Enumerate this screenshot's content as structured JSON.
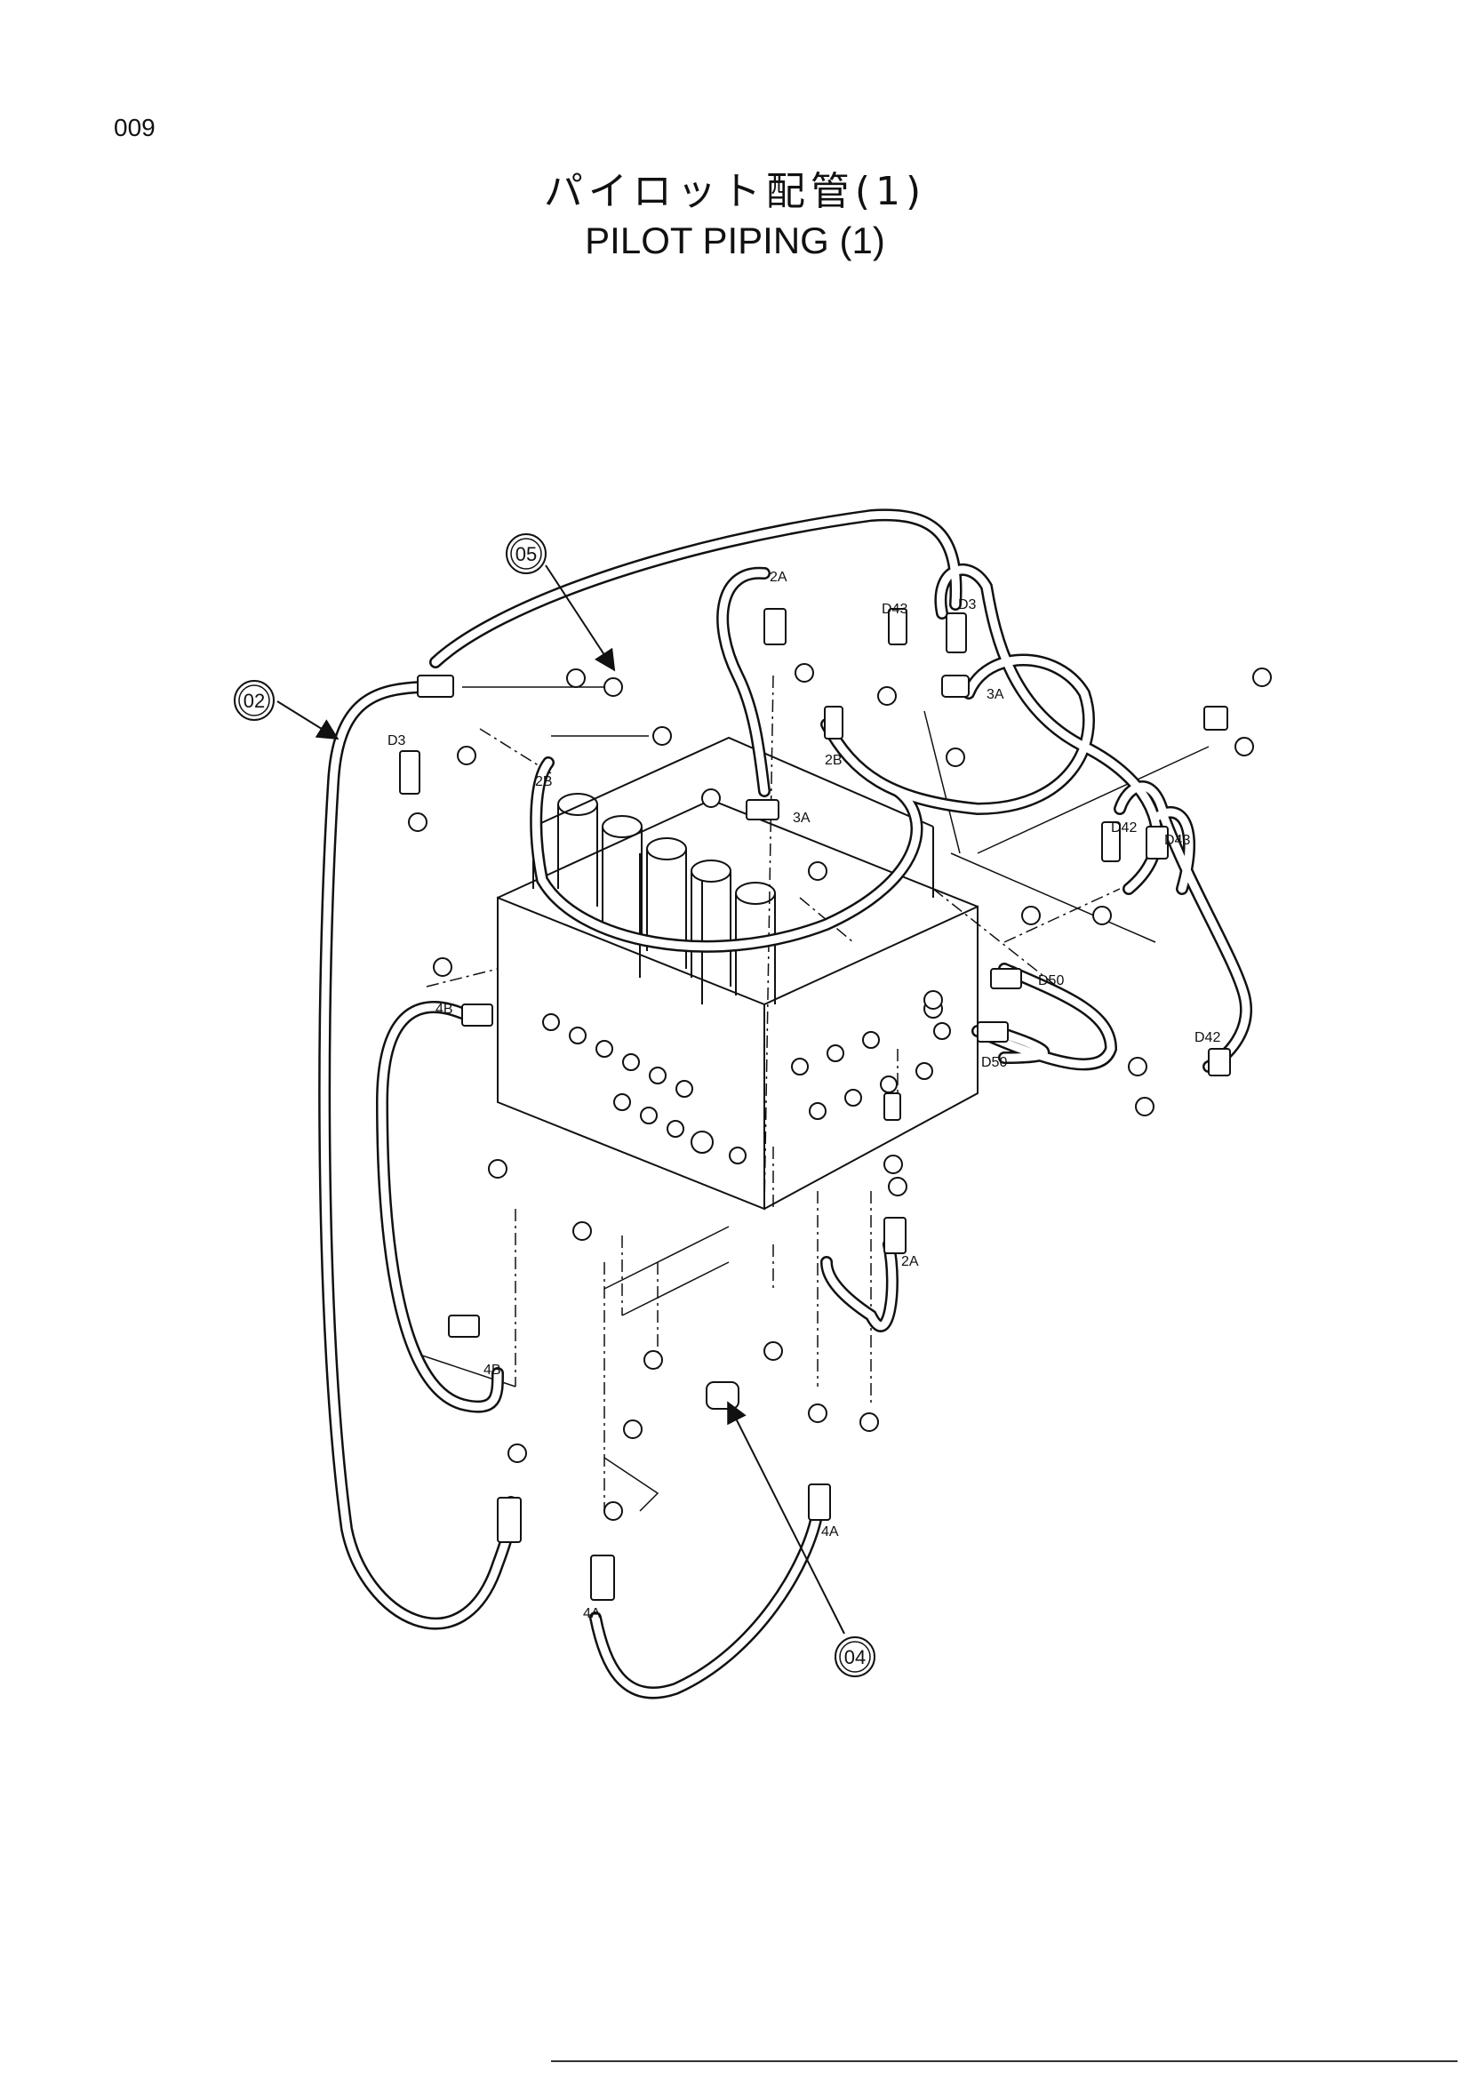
{
  "page": {
    "number": "009"
  },
  "title": {
    "japanese": "パイロット配管(1)",
    "english": "PILOT PIPING (1)"
  },
  "callouts": [
    "02",
    "05",
    "04"
  ],
  "hose_labels": [
    "D3",
    "D43",
    "D3",
    "2A",
    "2B",
    "3A",
    "3A",
    "2B",
    "D42",
    "D43",
    "D50",
    "D50",
    "D42",
    "4B",
    "4B",
    "2A",
    "4A",
    "4A"
  ]
}
